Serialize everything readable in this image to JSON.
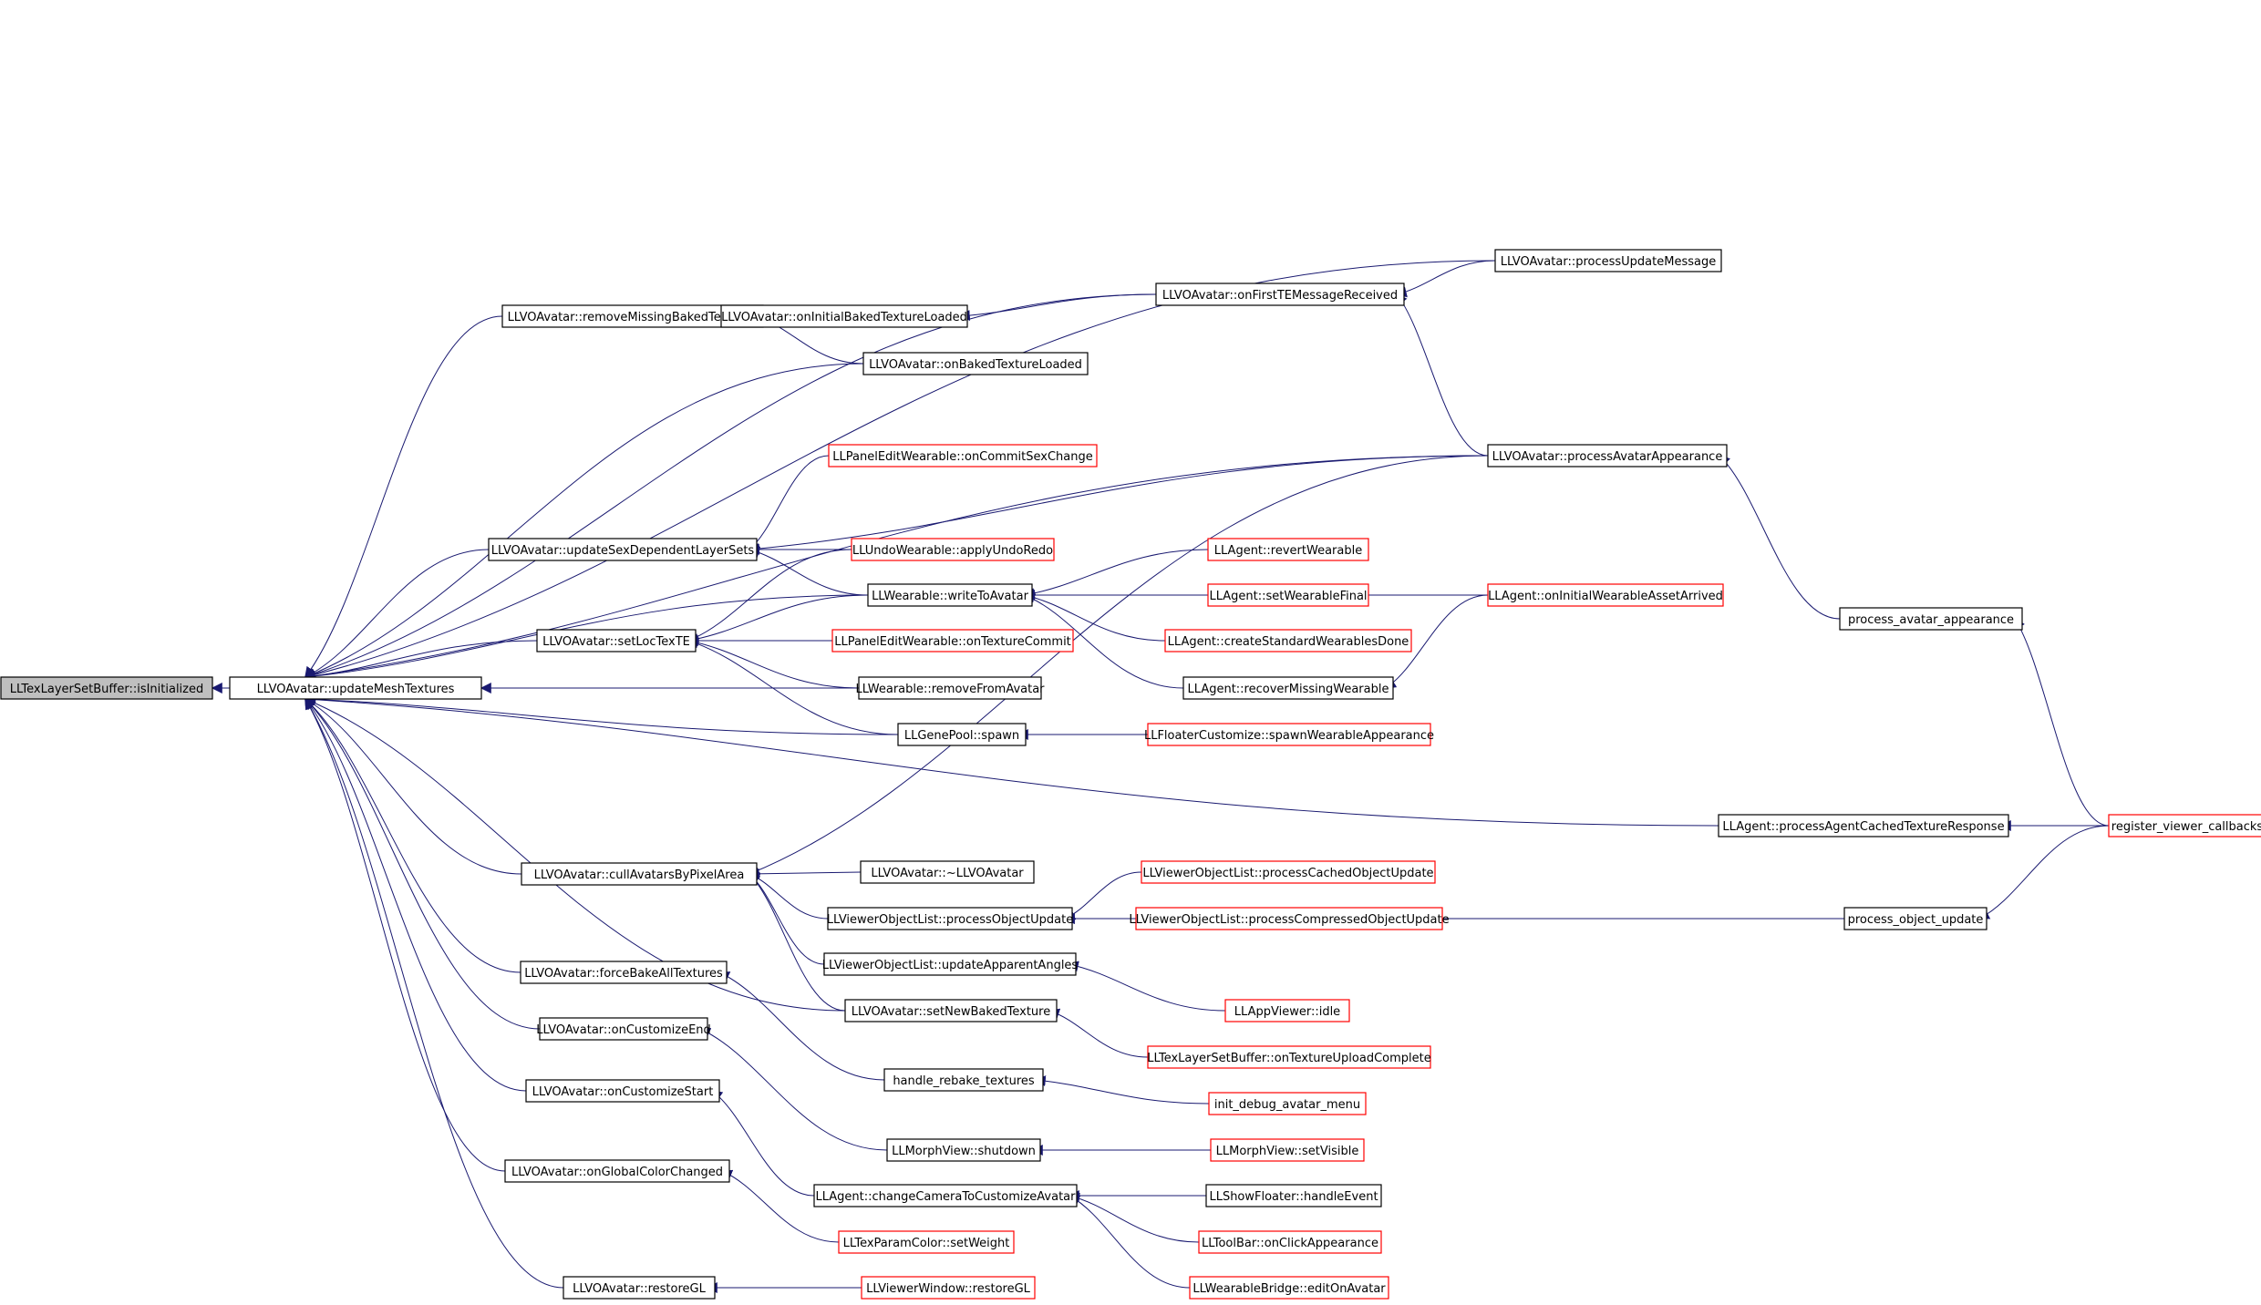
{
  "colors": {
    "edge": "#191970",
    "node_border": "#000000",
    "external_border": "#ff0000",
    "root_fill": "#bfbfbf",
    "node_fill": "#ffffff"
  },
  "nodes": [
    {
      "id": "n0",
      "label": "LLTexLayerSetBuffer::isInitialized",
      "kind": "root"
    },
    {
      "id": "n1",
      "label": "LLVOAvatar::updateMeshTextures",
      "kind": "normal"
    },
    {
      "id": "n2",
      "label": "LLVOAvatar::removeMissingBakedTextures",
      "kind": "normal"
    },
    {
      "id": "n3",
      "label": "LLVOAvatar::onInitialBakedTextureLoaded",
      "kind": "normal"
    },
    {
      "id": "n4",
      "label": "LLVOAvatar::onFirstTEMessageReceived",
      "kind": "normal"
    },
    {
      "id": "n5",
      "label": "LLVOAvatar::processUpdateMessage",
      "kind": "normal"
    },
    {
      "id": "n6",
      "label": "LLVOAvatar::onBakedTextureLoaded",
      "kind": "normal"
    },
    {
      "id": "n7",
      "label": "LLPanelEditWearable::onCommitSexChange",
      "kind": "external"
    },
    {
      "id": "n8",
      "label": "LLVOAvatar::processAvatarAppearance",
      "kind": "normal"
    },
    {
      "id": "n9",
      "label": "LLVOAvatar::updateSexDependentLayerSets",
      "kind": "normal"
    },
    {
      "id": "n10",
      "label": "LLUndoWearable::applyUndoRedo",
      "kind": "external"
    },
    {
      "id": "n11",
      "label": "LLAgent::revertWearable",
      "kind": "external"
    },
    {
      "id": "n12",
      "label": "LLWearable::writeToAvatar",
      "kind": "normal"
    },
    {
      "id": "n13",
      "label": "LLAgent::setWearableFinal",
      "kind": "external"
    },
    {
      "id": "n14",
      "label": "LLAgent::onInitialWearableAssetArrived",
      "kind": "external"
    },
    {
      "id": "n15",
      "label": "process_avatar_appearance",
      "kind": "normal"
    },
    {
      "id": "n16",
      "label": "LLVOAvatar::setLocTexTE",
      "kind": "normal"
    },
    {
      "id": "n17",
      "label": "LLPanelEditWearable::onTextureCommit",
      "kind": "external"
    },
    {
      "id": "n18",
      "label": "LLAgent::createStandardWearablesDone",
      "kind": "external"
    },
    {
      "id": "n19",
      "label": "LLWearable::removeFromAvatar",
      "kind": "normal"
    },
    {
      "id": "n20",
      "label": "LLAgent::recoverMissingWearable",
      "kind": "normal"
    },
    {
      "id": "n21",
      "label": "LLGenePool::spawn",
      "kind": "normal"
    },
    {
      "id": "n22",
      "label": "LLFloaterCustomize::spawnWearableAppearance",
      "kind": "external"
    },
    {
      "id": "n23",
      "label": "LLAgent::processAgentCachedTextureResponse",
      "kind": "normal"
    },
    {
      "id": "n24",
      "label": "register_viewer_callbacks",
      "kind": "external"
    },
    {
      "id": "n25",
      "label": "LLVOAvatar::cullAvatarsByPixelArea",
      "kind": "normal"
    },
    {
      "id": "n26",
      "label": "LLVOAvatar::~LLVOAvatar",
      "kind": "normal"
    },
    {
      "id": "n27",
      "label": "LLViewerObjectList::processCachedObjectUpdate",
      "kind": "external"
    },
    {
      "id": "n28",
      "label": "LLViewerObjectList::processObjectUpdate",
      "kind": "normal"
    },
    {
      "id": "n29",
      "label": "LLViewerObjectList::processCompressedObjectUpdate",
      "kind": "external"
    },
    {
      "id": "n30",
      "label": "process_object_update",
      "kind": "normal"
    },
    {
      "id": "n31",
      "label": "LLViewerObjectList::updateApparentAngles",
      "kind": "normal"
    },
    {
      "id": "n32",
      "label": "LLVOAvatar::forceBakeAllTextures",
      "kind": "normal"
    },
    {
      "id": "n33",
      "label": "LLAppViewer::idle",
      "kind": "external"
    },
    {
      "id": "n34",
      "label": "LLVOAvatar::setNewBakedTexture",
      "kind": "normal"
    },
    {
      "id": "n35",
      "label": "LLVOAvatar::onCustomizeEnd",
      "kind": "normal"
    },
    {
      "id": "n36",
      "label": "LLTexLayerSetBuffer::onTextureUploadComplete",
      "kind": "external"
    },
    {
      "id": "n37",
      "label": "handle_rebake_textures",
      "kind": "normal"
    },
    {
      "id": "n38",
      "label": "LLVOAvatar::onCustomizeStart",
      "kind": "normal"
    },
    {
      "id": "n39",
      "label": "init_debug_avatar_menu",
      "kind": "external"
    },
    {
      "id": "n40",
      "label": "LLMorphView::shutdown",
      "kind": "normal"
    },
    {
      "id": "n41",
      "label": "LLMorphView::setVisible",
      "kind": "external"
    },
    {
      "id": "n42",
      "label": "LLVOAvatar::onGlobalColorChanged",
      "kind": "normal"
    },
    {
      "id": "n43",
      "label": "LLAgent::changeCameraToCustomizeAvatar",
      "kind": "normal"
    },
    {
      "id": "n44",
      "label": "LLShowFloater::handleEvent",
      "kind": "normal"
    },
    {
      "id": "n45",
      "label": "LLTexParamColor::setWeight",
      "kind": "external"
    },
    {
      "id": "n46",
      "label": "LLToolBar::onClickAppearance",
      "kind": "external"
    },
    {
      "id": "n47",
      "label": "LLVOAvatar::restoreGL",
      "kind": "normal"
    },
    {
      "id": "n48",
      "label": "LLViewerWindow::restoreGL",
      "kind": "external"
    },
    {
      "id": "n49",
      "label": "LLWearableBridge::editOnAvatar",
      "kind": "external"
    }
  ],
  "edges": [
    {
      "from": "n1",
      "to": "n0"
    },
    {
      "from": "n2",
      "to": "n1"
    },
    {
      "from": "n4",
      "to": "n1"
    },
    {
      "from": "n5",
      "to": "n1"
    },
    {
      "from": "n6",
      "to": "n1"
    },
    {
      "from": "n8",
      "to": "n1"
    },
    {
      "from": "n9",
      "to": "n1"
    },
    {
      "from": "n12",
      "to": "n1"
    },
    {
      "from": "n16",
      "to": "n1"
    },
    {
      "from": "n19",
      "to": "n1"
    },
    {
      "from": "n21",
      "to": "n1"
    },
    {
      "from": "n23",
      "to": "n1"
    },
    {
      "from": "n25",
      "to": "n1"
    },
    {
      "from": "n32",
      "to": "n1"
    },
    {
      "from": "n34",
      "to": "n1"
    },
    {
      "from": "n35",
      "to": "n1"
    },
    {
      "from": "n38",
      "to": "n1"
    },
    {
      "from": "n42",
      "to": "n1"
    },
    {
      "from": "n47",
      "to": "n1"
    },
    {
      "from": "n3",
      "to": "n2"
    },
    {
      "from": "n6",
      "to": "n2"
    },
    {
      "from": "n4",
      "to": "n3"
    },
    {
      "from": "n5",
      "to": "n4"
    },
    {
      "from": "n8",
      "to": "n4"
    },
    {
      "from": "n15",
      "to": "n8"
    },
    {
      "from": "n24",
      "to": "n15"
    },
    {
      "from": "n7",
      "to": "n9"
    },
    {
      "from": "n8",
      "to": "n9"
    },
    {
      "from": "n10",
      "to": "n9"
    },
    {
      "from": "n12",
      "to": "n9"
    },
    {
      "from": "n11",
      "to": "n12"
    },
    {
      "from": "n13",
      "to": "n12"
    },
    {
      "from": "n14",
      "to": "n12"
    },
    {
      "from": "n18",
      "to": "n12"
    },
    {
      "from": "n20",
      "to": "n12"
    },
    {
      "from": "n14",
      "to": "n20"
    },
    {
      "from": "n10",
      "to": "n16"
    },
    {
      "from": "n12",
      "to": "n16"
    },
    {
      "from": "n17",
      "to": "n16"
    },
    {
      "from": "n19",
      "to": "n16"
    },
    {
      "from": "n21",
      "to": "n16"
    },
    {
      "from": "n22",
      "to": "n21"
    },
    {
      "from": "n24",
      "to": "n23"
    },
    {
      "from": "n8",
      "to": "n25"
    },
    {
      "from": "n26",
      "to": "n25"
    },
    {
      "from": "n28",
      "to": "n25"
    },
    {
      "from": "n31",
      "to": "n25"
    },
    {
      "from": "n34",
      "to": "n25"
    },
    {
      "from": "n27",
      "to": "n28"
    },
    {
      "from": "n29",
      "to": "n28"
    },
    {
      "from": "n30",
      "to": "n28"
    },
    {
      "from": "n24",
      "to": "n30"
    },
    {
      "from": "n33",
      "to": "n31"
    },
    {
      "from": "n36",
      "to": "n34"
    },
    {
      "from": "n37",
      "to": "n32"
    },
    {
      "from": "n39",
      "to": "n37"
    },
    {
      "from": "n40",
      "to": "n35"
    },
    {
      "from": "n41",
      "to": "n40"
    },
    {
      "from": "n43",
      "to": "n38"
    },
    {
      "from": "n44",
      "to": "n43"
    },
    {
      "from": "n46",
      "to": "n43"
    },
    {
      "from": "n49",
      "to": "n43"
    },
    {
      "from": "n45",
      "to": "n42"
    },
    {
      "from": "n48",
      "to": "n47"
    }
  ]
}
